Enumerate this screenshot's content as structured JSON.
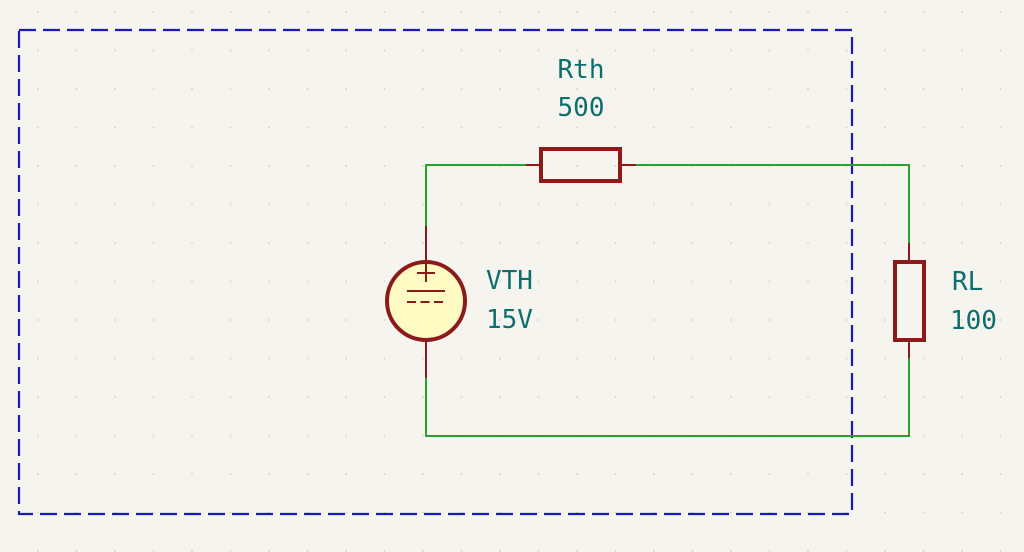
{
  "schematic": {
    "components": [
      {
        "ref": "Rth",
        "value": "500"
      },
      {
        "ref": "VTH",
        "value": "15V"
      },
      {
        "ref": "RL",
        "value": "100"
      }
    ],
    "colors": {
      "background": "#F5F4EF",
      "wire": "#2E9E2E",
      "component": "#8C1A1A",
      "source_fill": "#FFFBC2",
      "text": "#0E6E6E",
      "boundary": "#1A1AB3"
    }
  }
}
